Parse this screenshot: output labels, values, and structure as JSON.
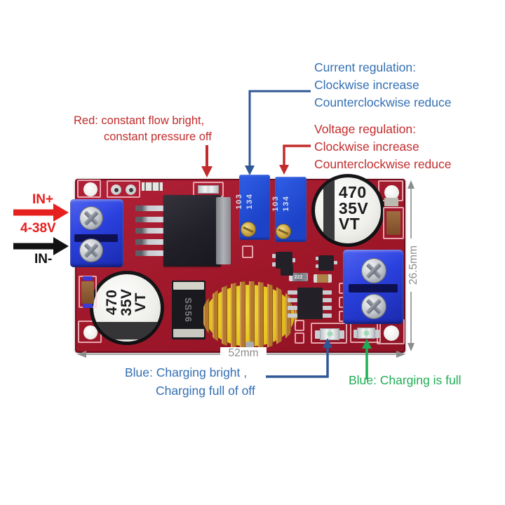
{
  "colors": {
    "annot-blue": "#336FB4",
    "annot-blue-line": "#2F5796",
    "annot-red": "#C32C2C",
    "annot-green": "#1FAD55",
    "dim-gray": "#8C8C8C",
    "arrow-red": "#E6201E",
    "arrow-black": "#121212",
    "pcb-red": "#A01A2E",
    "terminal-blue": "#2B41DE",
    "trimmer-blue": "#2050D0",
    "gold": "#C9A23E",
    "inductor-yellow": "#E6C51F",
    "copper": "#B5772F"
  },
  "annotations": {
    "current_regulation": {
      "title": "Current regulation:",
      "line1": "Clockwise increase",
      "line2": "Counterclockwise reduce"
    },
    "voltage_regulation": {
      "title": "Voltage regulation:",
      "line1": "Clockwise increase",
      "line2": "Counterclockwise reduce"
    },
    "red_note": {
      "line1": "Red: constant flow bright,",
      "line2": "constant pressure off"
    },
    "input": {
      "plus": "IN+",
      "range": "4-38V",
      "minus": "IN-"
    },
    "blue_note": {
      "line1": "Blue: Charging bright ,",
      "line2": "Charging full of off"
    },
    "green_note": {
      "text": "Blue: Charging is full"
    },
    "dimensions": {
      "width": "52mm",
      "height": "26.5mm"
    }
  },
  "board": {
    "capacitor_top": {
      "value": "470",
      "voltage": "35V",
      "brand": "VT"
    },
    "capacitor_bottom": {
      "value": "470",
      "voltage": "35V",
      "brand": "VT"
    },
    "diode_marking": "SS56",
    "trimmer_left": {
      "marking1": "103",
      "marking2": "134"
    },
    "trimmer_right": {
      "marking1": "103",
      "marking2": "134"
    },
    "resistor_marking": "222"
  }
}
